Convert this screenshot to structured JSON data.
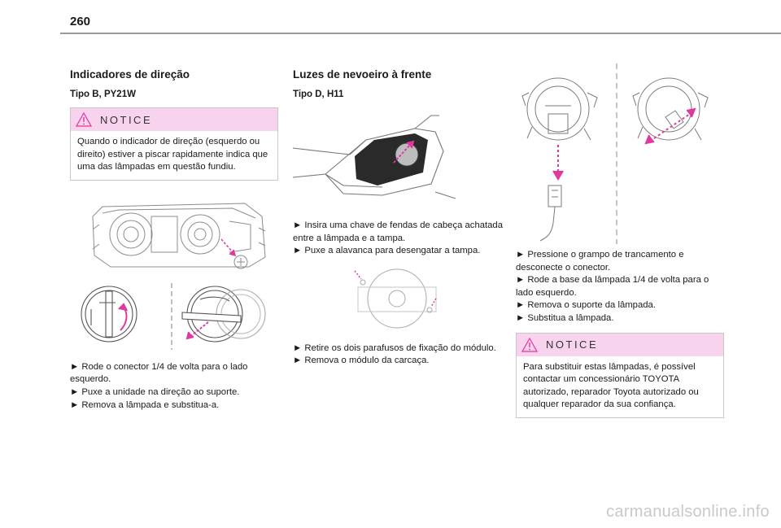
{
  "page_number": "260",
  "col1": {
    "heading": "Indicadores de direção",
    "subheading": "Tipo B, PY21W",
    "notice_title": "NOTICE",
    "notice_text": "Quando o indicador de direção (esquerdo ou direito) estiver a piscar rapidamente indica que uma das lâmpadas em questão fundiu.",
    "steps": [
      "►  Rode o conector 1/4 de volta para o lado esquerdo.",
      "► Puxe a unidade na direção ao suporte.",
      "► Remova a lâmpada e substitua-a."
    ]
  },
  "col2": {
    "heading": "Luzes de nevoeiro à frente",
    "subheading": "Tipo D, H11",
    "steps_a": [
      "► Insira uma chave de fendas de cabeça achatada entre a lâmpada e a tampa.",
      "► Puxe a alavanca para desengatar a tampa."
    ],
    "steps_b": [
      "► Retire os dois parafusos de fixação do módulo.",
      "► Remova o módulo da carcaça."
    ]
  },
  "col3": {
    "steps": [
      "► Pressione o grampo de trancamento e desconecte o conector.",
      "► Rode a base da lâmpada 1/4 de volta para o lado esquerdo.",
      "► Remova o suporte da lâmpada.",
      "► Substitua a lâmpada."
    ],
    "notice_title": "NOTICE",
    "notice_text": "Para substituir estas lâmpadas, é possível contactar um concessionário TOYOTA autorizado, reparador Toyota autorizado ou qualquer reparador da sua confiança."
  },
  "footer": "carmanualsonline.info",
  "colors": {
    "accent": "#e0389e",
    "notice_bg": "#f7d3ee",
    "rule": "#9a9a9a"
  }
}
